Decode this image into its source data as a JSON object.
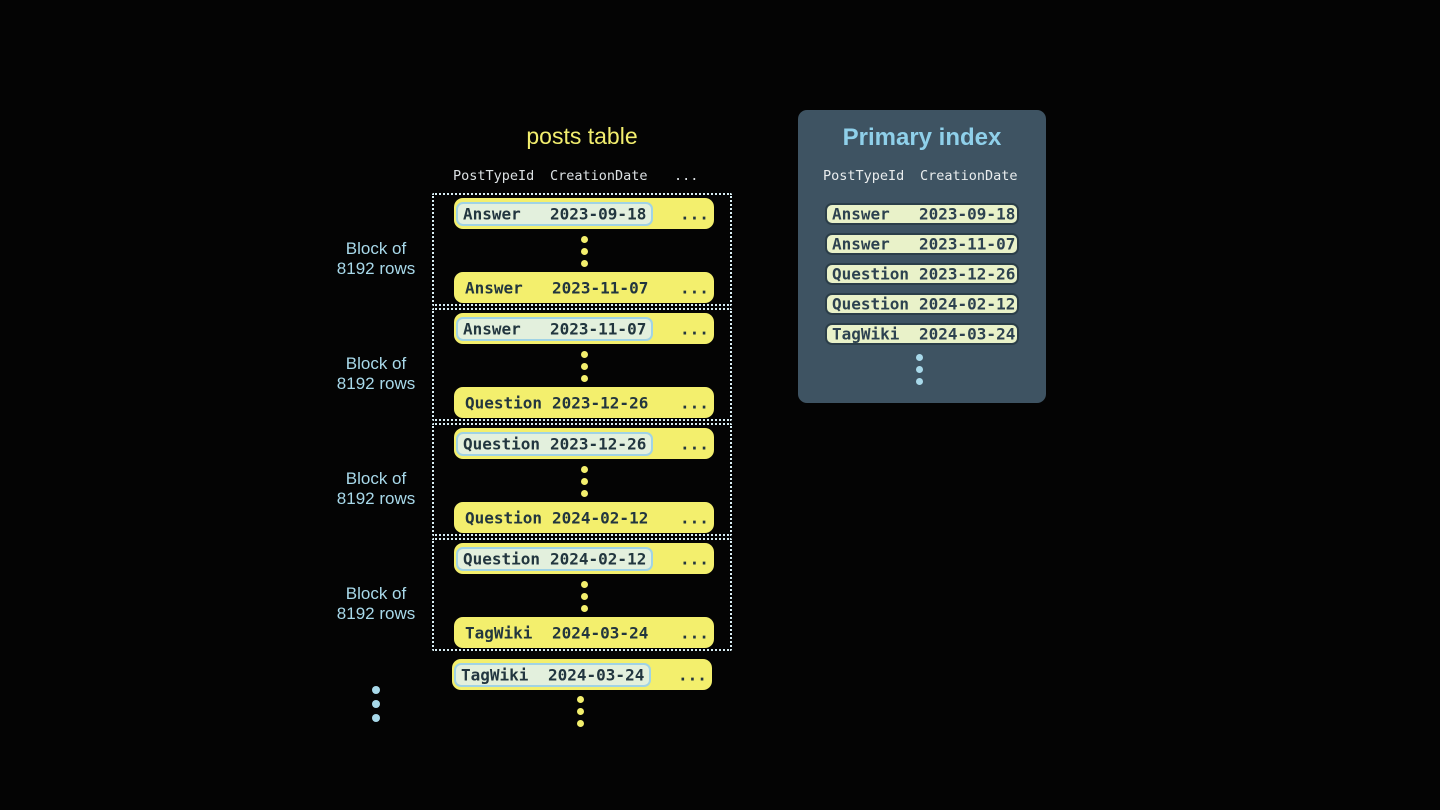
{
  "posts_table": {
    "title": "posts table",
    "header": {
      "col1": "PostTypeId",
      "col2": "CreationDate",
      "col3": "..."
    },
    "block_label": {
      "line1": "Block of",
      "line2": "8192 rows"
    },
    "ellipsis": "...",
    "blocks": [
      {
        "first": {
          "type": "Answer",
          "date": "2023-09-18"
        },
        "last": {
          "type": "Answer",
          "date": "2023-11-07"
        }
      },
      {
        "first": {
          "type": "Answer",
          "date": "2023-11-07"
        },
        "last": {
          "type": "Question",
          "date": "2023-12-26"
        }
      },
      {
        "first": {
          "type": "Question",
          "date": "2023-12-26"
        },
        "last": {
          "type": "Question",
          "date": "2024-02-12"
        }
      },
      {
        "first": {
          "type": "Question",
          "date": "2024-02-12"
        },
        "last": {
          "type": "TagWiki",
          "date": "2024-03-24"
        }
      }
    ],
    "next_row": {
      "type": "TagWiki",
      "date": "2024-03-24"
    }
  },
  "primary_index": {
    "title": "Primary index",
    "header": {
      "col1": "PostTypeId",
      "col2": "CreationDate"
    },
    "rows": [
      {
        "type": "Answer",
        "date": "2023-09-18"
      },
      {
        "type": "Answer",
        "date": "2023-11-07"
      },
      {
        "type": "Question",
        "date": "2023-12-26"
      },
      {
        "type": "Question",
        "date": "2024-02-12"
      },
      {
        "type": "TagWiki",
        "date": "2024-03-24"
      }
    ]
  },
  "colors": {
    "background": "#040404",
    "row_yellow": "#f3ef6d",
    "row_text": "#22363f",
    "block_border_dotted": "#d8edf3",
    "label_blue": "#a8d9ea",
    "highlight_pill_bg": "#e3f0dd",
    "highlight_pill_border": "#a0d3e5",
    "panel_bg": "#3e5362",
    "panel_title_blue": "#8fd0ea",
    "column_header_text": "#dce1e3",
    "index_pill_bg": "#e9f2c9",
    "index_pill_border": "#2b3e49"
  }
}
